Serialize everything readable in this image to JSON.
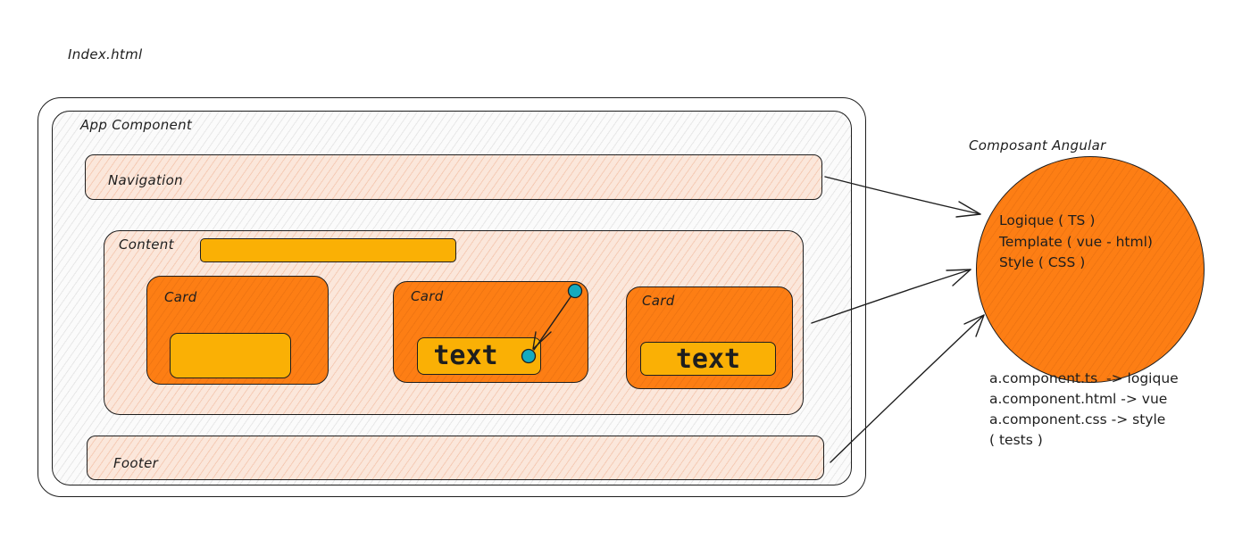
{
  "diagram": {
    "index_label": "Index.html",
    "app_component_label": "App Component",
    "navigation_label": "Navigation",
    "content_label": "Content",
    "footer_label": "Footer",
    "cards": [
      {
        "label": "Card",
        "text": ""
      },
      {
        "label": "Card",
        "text": "text"
      },
      {
        "label": "Card",
        "text": "text"
      }
    ],
    "angular": {
      "title": "Composant Angular",
      "lines": [
        "Logique ( TS )",
        "Template ( vue - html)",
        "Style ( CSS )"
      ]
    },
    "files": [
      "a.component.ts  -> logique",
      "a.component.html -> vue",
      "a.component.css -> style",
      "( tests )"
    ],
    "colors": {
      "orange": "#fd7e14",
      "yellow": "#fab005",
      "peach": "#fbe7db",
      "dot": "#15aabf"
    }
  }
}
